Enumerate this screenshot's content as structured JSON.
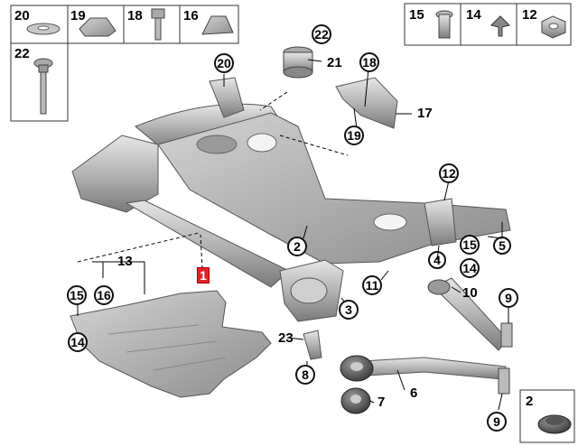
{
  "diagram": {
    "accent_color": "#e0232a",
    "highlighted_part": "1",
    "top_left_parts": [
      "20",
      "19",
      "18",
      "16"
    ],
    "bolt_box_part": "22",
    "top_right_parts": [
      "15",
      "14",
      "12"
    ],
    "corner_part": "2",
    "callouts": {
      "c20": "20",
      "c22": "22",
      "c18": "18",
      "c19": "19",
      "c12": "12",
      "c2": "2",
      "c15a": "15",
      "c14a": "14",
      "c9a": "9",
      "c11": "11",
      "c3": "3",
      "c15b": "15",
      "c16": "16",
      "c14b": "14",
      "c8": "8",
      "c9b": "9"
    },
    "plain_labels": {
      "p21": "21",
      "p17": "17",
      "p5": "5",
      "p4": "4",
      "p10": "10",
      "p13": "13",
      "p23": "23",
      "p6": "6",
      "p7": "7"
    }
  }
}
